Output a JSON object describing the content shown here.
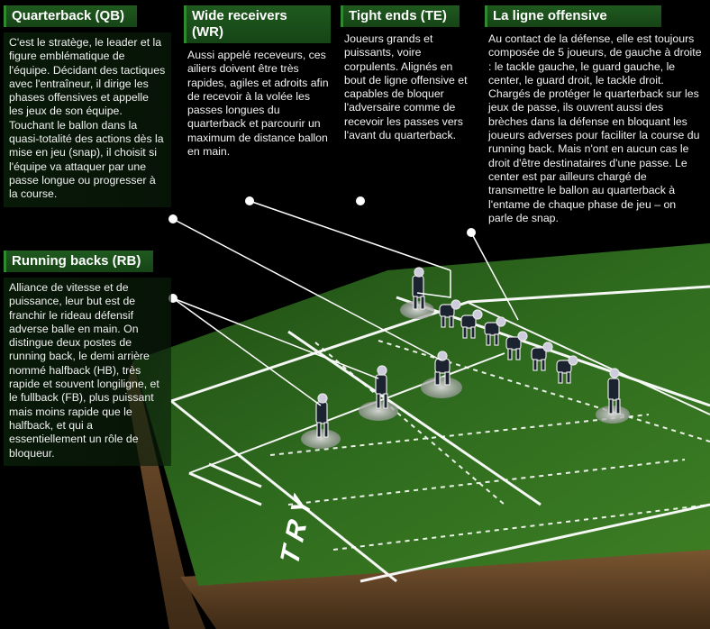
{
  "panels": {
    "qb": {
      "title": "Quarterback (QB)",
      "text": "C'est le stratège, le leader et la figure emblématique de l'équipe. Décidant des tactiques avec l'entraîneur, il dirige les phases offensives et appelle les jeux de son équipe. Touchant le ballon dans la quasi-totalité des actions dès la mise en jeu (snap), il choisit si l'équipe va attaquer par une passe longue ou progresser à la course."
    },
    "wr": {
      "title": "Wide receivers (WR)",
      "text": "Aussi appelé receveurs, ces ailiers doivent être très rapides, agiles et adroits afin de recevoir à la volée les passes longues du quarterback et parcourir un maximum de distance ballon en main."
    },
    "te": {
      "title": "Tight ends (TE)",
      "text": "Joueurs grands et puissants, voire corpulents. Alignés en bout de ligne offensive et capables de bloquer l'adversaire comme de recevoir les passes vers l'avant du quarterback."
    },
    "ol": {
      "title": "La ligne offensive",
      "text": "Au contact de la défense, elle est toujours composée de 5 joueurs, de gauche à droite : le tackle gauche, le guard gauche, le center, le guard droit, le tackle droit. Chargés de protéger le quarterback sur les jeux de passe, ils ouvrent aussi des brèches dans la défense en bloquant les joueurs adverses pour faciliter la course du running back. Mais n'ont en aucun cas le droit d'être destinataires d'une passe. Le center est par ailleurs chargé de transmettre le ballon au quarterback à l'entame de chaque phase de jeu – on parle de snap."
    },
    "rb": {
      "title": "Running backs (RB)",
      "text": "Alliance de vitesse et de puissance, leur but est de franchir le rideau défensif adverse balle en main. On distingue deux postes de running back, le demi arrière nommé halfback (HB), très rapide et souvent longiligne, et le fullback (FB), plus puissant mais moins rapide que le halfback, et qui a essentiellement un rôle de bloqueur."
    }
  },
  "field": {
    "endzone_text": "TRY",
    "colors": {
      "turf": "#2f6b1e",
      "turf_dark": "#173d10",
      "soil": "#6b4a2a",
      "lines": "#ffffff",
      "header": "#1f5a1f"
    }
  }
}
